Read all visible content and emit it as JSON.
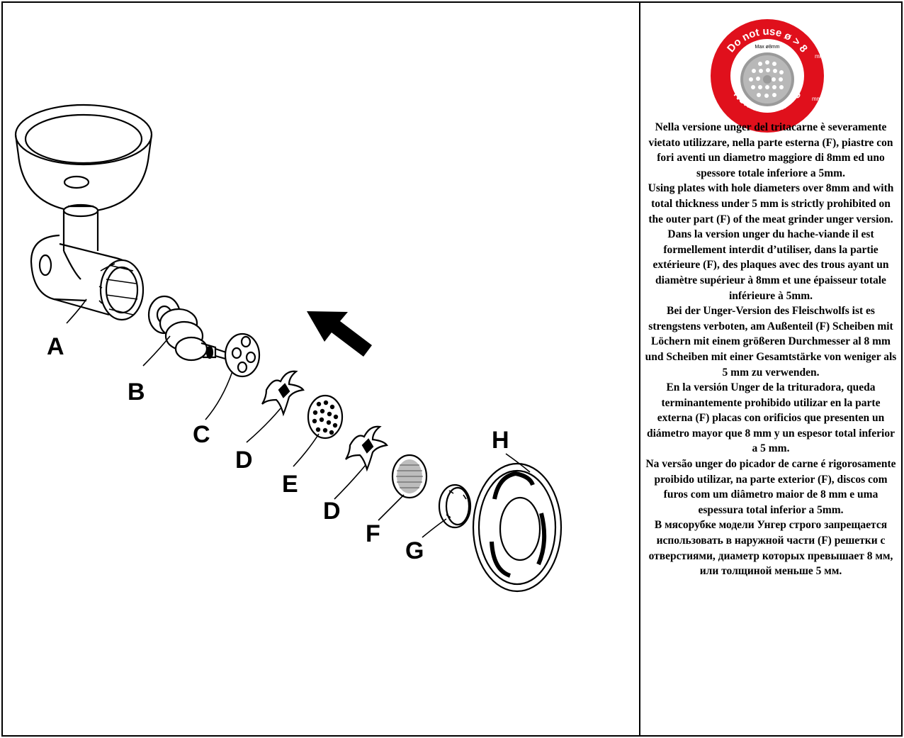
{
  "labels": {
    "a": "A",
    "b": "B",
    "c": "C",
    "d1": "D",
    "e": "E",
    "d2": "D",
    "f": "F",
    "g": "G",
    "h": "H"
  },
  "warning_logo": {
    "top_text": "Do not use ø > 8",
    "bottom_text": "Non usare ø > 8",
    "unit_top": "mm",
    "unit_bottom": "mm",
    "inner_label": "Max ø8mm",
    "ring_color": "#e0101c",
    "icon": "plate-with-holes-icon"
  },
  "warnings": {
    "italian": "Nella versione unger del tritacarne è severamente vietato utilizzare, nella parte esterna (F), piastre con fori aventi un diametro maggiore di 8mm ed uno spessore totale inferiore a 5mm.",
    "english": "Using plates with hole diameters over 8mm and with total thickness under 5 mm is strictly prohibited on the outer part (F) of the meat grinder unger version.",
    "french": "Dans la version unger du hache-viande il est formellement interdit d’utiliser, dans la partie extérieure (F), des plaques avec des trous ayant  un diamètre supérieur à 8mm et une épaisseur totale inférieure à 5mm.",
    "german": "Bei der Unger-Version des Fleischwolfs ist es strengstens verboten, am Außenteil (F) Scheiben mit Löchern mit einem größeren Durchmesser al 8 mm und Scheiben mit einer Gesamtstärke von weniger als 5 mm zu verwenden.",
    "spanish": "En la versión Unger de la trituradora, queda terminantemente prohibido utilizar en la parte externa (F) placas con orificios que presenten un diámetro mayor que 8 mm y un espesor total inferior a 5 mm.",
    "portuguese": "Na versão unger do picador de carne é rigorosamente proibido utilizar, na parte exterior (F), discos com furos com um diâmetro maior de 8 mm e uma espessura total inferior a 5mm.",
    "russian": "В мясорубке модели Унгер строго запрещается использовать в наружной части (F) решетки с отверстиями, диаметр которых превышает 8 мм, или толщиной меньше 5 мм."
  }
}
